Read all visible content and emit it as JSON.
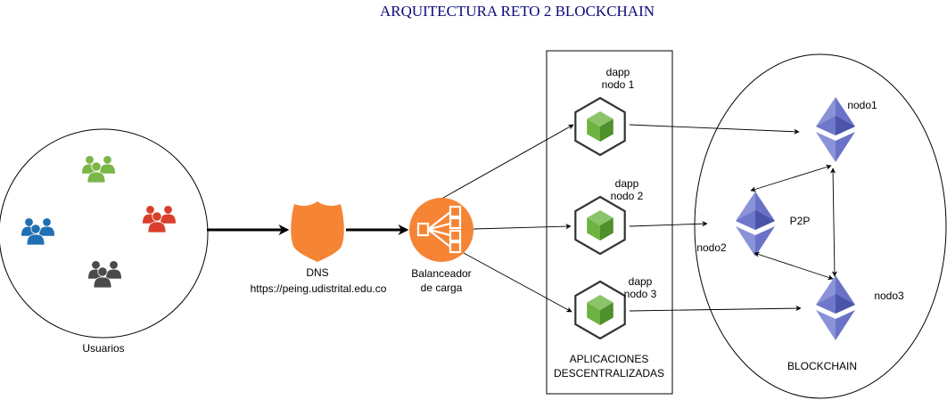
{
  "title": "ARQUITECTURA RETO 2 BLOCKCHAIN",
  "users": {
    "label": "Usuarios",
    "groups": [
      {
        "icon": "users-group-icon",
        "color": "#7AB648"
      },
      {
        "icon": "users-group-icon",
        "color": "#1F6FB2"
      },
      {
        "icon": "users-group-icon",
        "color": "#D93F2B"
      },
      {
        "icon": "users-group-icon",
        "color": "#4A4A4A"
      }
    ]
  },
  "dns": {
    "label": "DNS",
    "url": "https://peing.udistrital.edu.co",
    "icon": "dns-shield-icon",
    "color": "#F58534"
  },
  "load_balancer": {
    "label_line1": "Balanceador",
    "label_line2": "de carga",
    "icon": "load-balancer-icon",
    "color": "#F58534"
  },
  "dapps": {
    "group_label_line1": "APLICACIONES",
    "group_label_line2": "DESCENTRALIZADAS",
    "nodes": [
      {
        "line1": "dapp",
        "line2": "nodo 1",
        "icon": "node-cube-icon"
      },
      {
        "line1": "dapp",
        "line2": "nodo 2",
        "icon": "node-cube-icon"
      },
      {
        "line1": "dapp",
        "line2": "nodo 3",
        "icon": "node-cube-icon"
      }
    ],
    "cube_color": "#6DB33F",
    "outline_color": "#333333"
  },
  "blockchain": {
    "label": "BLOCKCHAIN",
    "p2p_label": "P2P",
    "nodes": [
      {
        "label": "nodo1",
        "icon": "ethereum-icon"
      },
      {
        "label": "nodo2",
        "icon": "ethereum-icon"
      },
      {
        "label": "nodo3",
        "icon": "ethereum-icon"
      }
    ],
    "eth_colors": {
      "light": "#8A92D8",
      "mid": "#6A72C8",
      "dark": "#4C54A8"
    }
  }
}
